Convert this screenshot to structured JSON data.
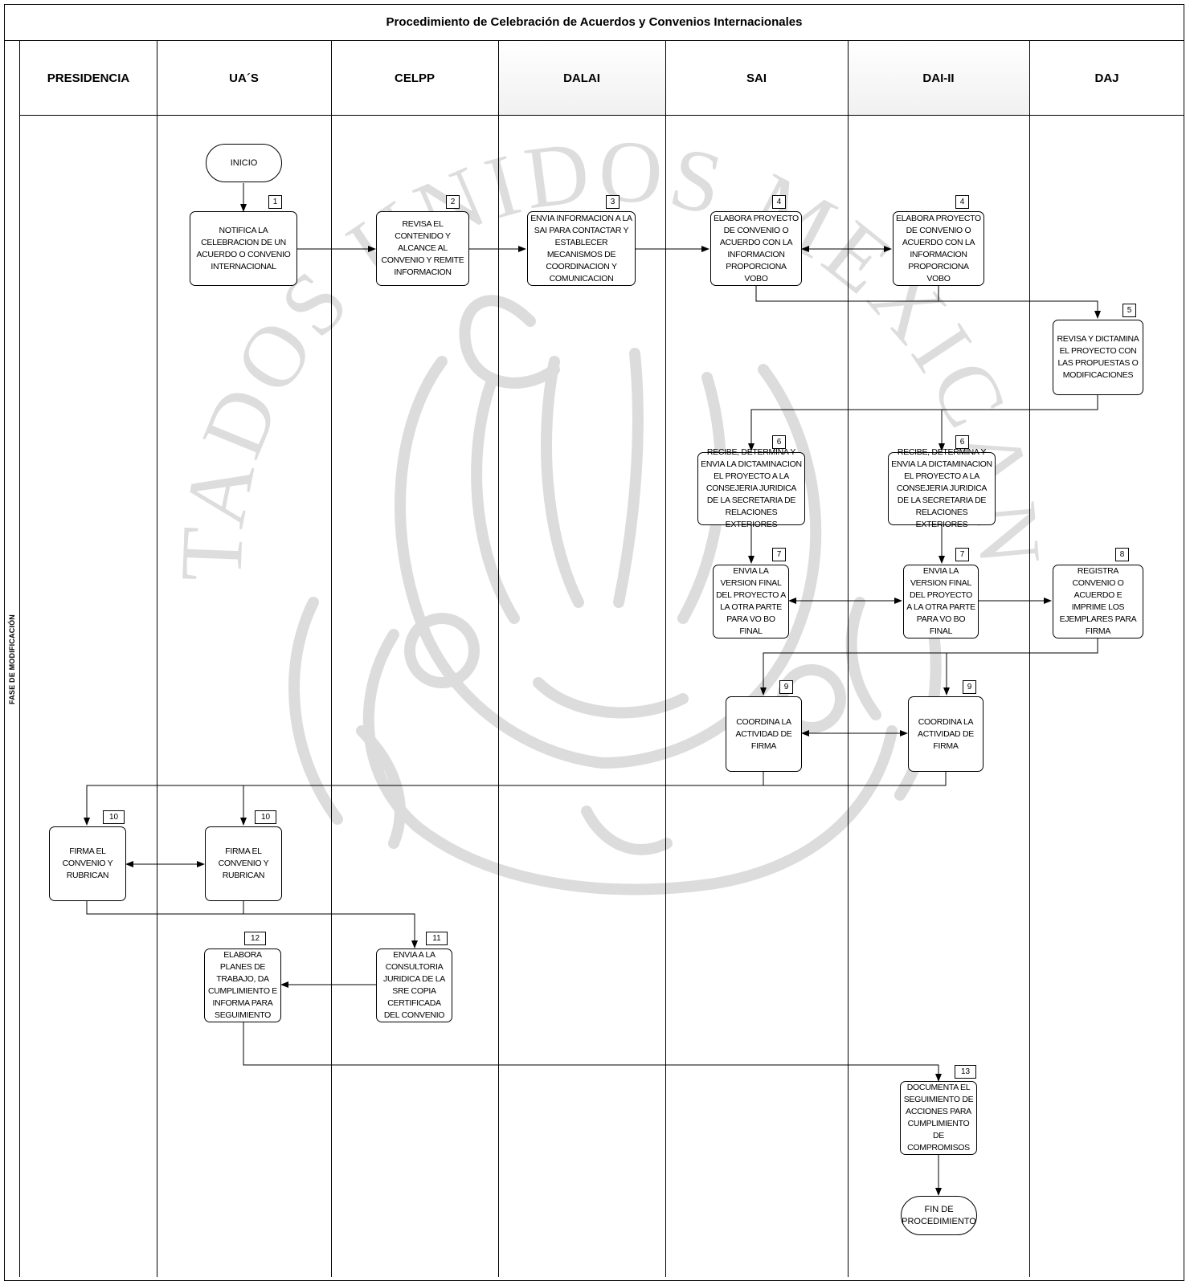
{
  "title": "Procedimiento de Celebración de Acuerdos y Convenios Internacionales",
  "phase_label": "FASE DE MODIFICACIÓN",
  "lanes": [
    "PRESIDENCIA",
    "UA´S",
    "CELPP",
    "DALAI",
    "SAI",
    "DAI-II",
    "DAJ"
  ],
  "start": "INICIO",
  "end": "FIN DE PROCEDIMIENTO",
  "steps": [
    {
      "num": "1",
      "text": "NOTIFICA LA CELEBRACION DE UN ACUERDO O CONVENIO INTERNACIONAL"
    },
    {
      "num": "2",
      "text": "REVISA EL CONTENIDO Y ALCANCE AL CONVENIO Y REMITE INFORMACION"
    },
    {
      "num": "3",
      "text": "ENVIA INFORMACION A LA SAI PARA CONTACTAR Y ESTABLECER MECANISMOS DE COORDINACION Y COMUNICACION"
    },
    {
      "num": "4",
      "text": "ELABORA PROYECTO DE CONVENIO O ACUERDO CON LA INFORMACION PROPORCIONA VOBO"
    },
    {
      "num": "4",
      "text": "ELABORA PROYECTO DE CONVENIO O ACUERDO CON LA INFORMACION PROPORCIONA VOBO"
    },
    {
      "num": "5",
      "text": "REVISA Y DICTAMINA EL PROYECTO CON LAS PROPUESTAS O MODIFICACIONES"
    },
    {
      "num": "6",
      "text": "RECIBE, DETERMINA Y ENVIA LA DICTAMINACION EL PROYECTO A LA CONSEJERIA JURIDICA DE LA SECRETARIA DE RELACIONES EXTERIORES"
    },
    {
      "num": "6",
      "text": "RECIBE, DETERMINA Y ENVIA LA DICTAMINACION EL PROYECTO A LA CONSEJERIA JURIDICA DE LA SECRETARIA DE RELACIONES EXTERIORES"
    },
    {
      "num": "7",
      "text": "ENVIA LA VERSION FINAL DEL PROYECTO A LA OTRA PARTE PARA VO BO FINAL"
    },
    {
      "num": "7",
      "text": "ENVIA LA VERSION FINAL DEL PROYECTO A LA OTRA PARTE PARA VO BO FINAL"
    },
    {
      "num": "8",
      "text": "REGISTRA CONVENIO O ACUERDO E IMPRIME LOS EJEMPLARES PARA FIRMA"
    },
    {
      "num": "9",
      "text": "COORDINA LA ACTIVIDAD DE FIRMA"
    },
    {
      "num": "9",
      "text": "COORDINA LA ACTIVIDAD DE FIRMA"
    },
    {
      "num": "10",
      "text": "FIRMA EL CONVENIO Y RUBRICAN"
    },
    {
      "num": "10",
      "text": "FIRMA EL CONVENIO Y RUBRICAN"
    },
    {
      "num": "11",
      "text": "ENVIA A LA CONSULTORIA JURIDICA DE LA SRE COPIA CERTIFICADA DEL CONVENIO"
    },
    {
      "num": "12",
      "text": "ELABORA PLANES DE TRABAJO, DA CUMPLIMIENTO E INFORMA PARA SEGUIMIENTO"
    },
    {
      "num": "13",
      "text": "DOCUMENTA EL SEGUIMIENTO DE ACCIONES PARA CUMPLIMIENTO DE COMPROMISOS"
    }
  ],
  "watermark_text": "ESTADOS UNIDOS MEXICANOS",
  "colors": {
    "line": "#000000",
    "watermark": "#d6d6d6",
    "background": "#ffffff"
  }
}
